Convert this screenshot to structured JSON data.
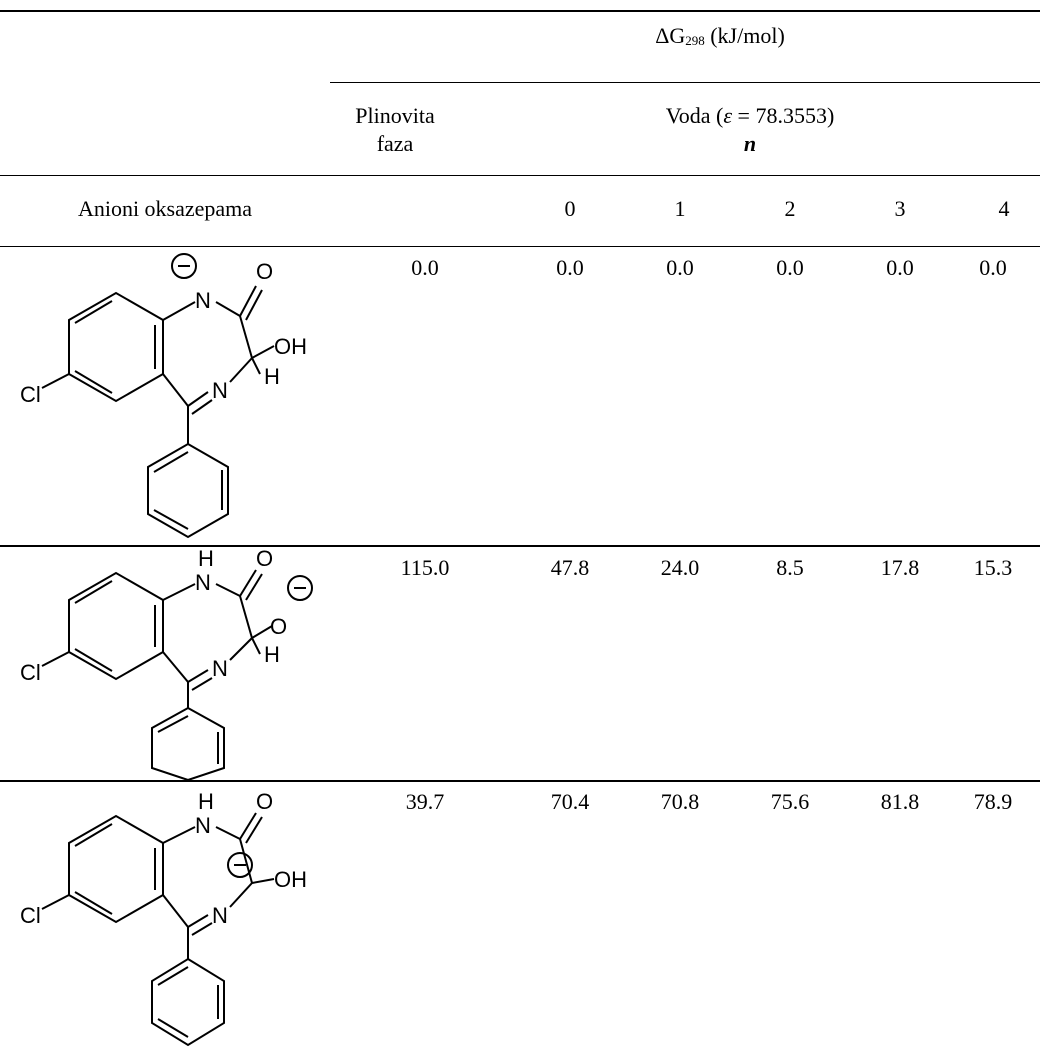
{
  "table": {
    "header_main": {
      "prefix": "ΔG",
      "subscript": "298",
      "suffix": " (kJ/mol)"
    },
    "gas_label_line1": "Plinovita",
    "gas_label_line2": "faza",
    "water_label": "Voda (",
    "epsilon_symbol": "ε",
    "epsilon_value": " = 78.3553)",
    "n_label": "n",
    "column_title": "Anioni oksazepama",
    "n_values": [
      "0",
      "1",
      "2",
      "3",
      "4"
    ],
    "rows": [
      {
        "gas": "0.0",
        "water": [
          "0.0",
          "0.0",
          "0.0",
          "0.0",
          "0.0"
        ]
      },
      {
        "gas": "115.0",
        "water": [
          "47.8",
          "24.0",
          "8.5",
          "17.8",
          "15.3"
        ]
      },
      {
        "gas": "39.7",
        "water": [
          "70.4",
          "70.8",
          "75.6",
          "81.8",
          "78.9"
        ]
      }
    ]
  },
  "molecules": [
    {
      "atoms": [
        "N",
        "O",
        "OH",
        "H",
        "N",
        "Cl"
      ],
      "charge": "−"
    },
    {
      "atoms": [
        "H",
        "N",
        "O",
        "O",
        "H",
        "N",
        "Cl"
      ],
      "charge": "−"
    },
    {
      "atoms": [
        "H",
        "N",
        "O",
        "OH",
        "N",
        "Cl"
      ],
      "charge": "−"
    }
  ]
}
